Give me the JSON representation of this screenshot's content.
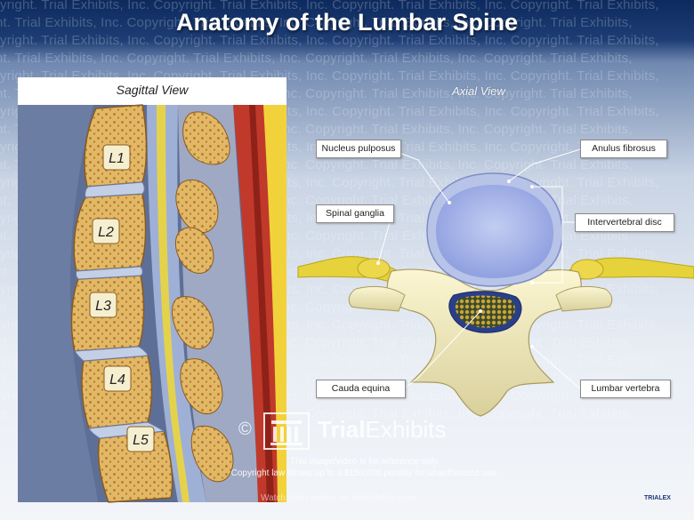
{
  "title": "Anatomy of the Lumbar Spine",
  "sagittal": {
    "label": "Sagittal View",
    "vertebrae": [
      "L1",
      "L2",
      "L3",
      "L4",
      "L5"
    ]
  },
  "axial": {
    "label": "Axial View",
    "callouts": {
      "nucleus_pulposus": "Nucleus pulposus",
      "anulus_fibrosus": "Anulus fibrosus",
      "spinal_ganglia": "Spinal ganglia",
      "intervertebral_disc": "Intervertebral disc",
      "cauda_equina": "Cauda equina",
      "lumbar_vertebra": "Lumbar vertebra"
    }
  },
  "watermark": {
    "line": "yright. Trial Exhibits, Inc. Copyright. Trial Exhibits, Inc. Copyright. Trial Exhibits, Inc. Copyright. Trial Exhibits,",
    "symbol": "©",
    "logo_bold": "Trial",
    "logo_light": "Exhibits",
    "disclaimer_1": "This image/video is for reference only.",
    "disclaimer_2": "Copyright law allows up to a $150,000 penalty for unauthorized use.",
    "disclaimer_3": "Watch other videos on trialexhibits.com",
    "brand_tag": "TRIALEX"
  },
  "colors": {
    "bone": "#e7c27a",
    "disc": "#c3cfe6",
    "nerve": "#e6d23a",
    "muscle": "#c0392b",
    "nucleus": "#a9b6ea"
  }
}
